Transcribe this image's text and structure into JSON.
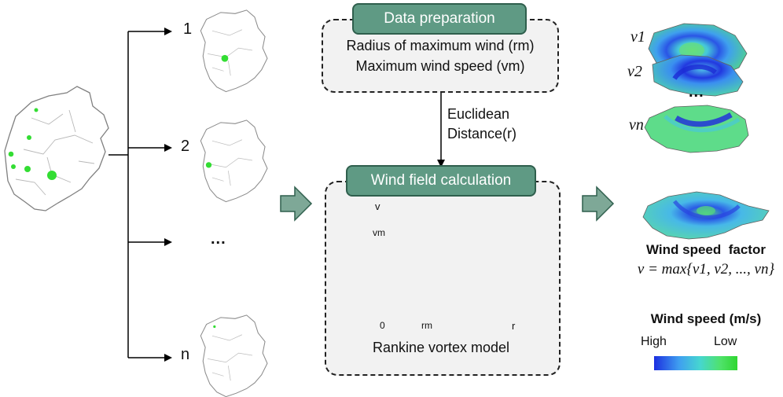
{
  "scenarios": {
    "labels": [
      "1",
      "2",
      "...",
      "n"
    ]
  },
  "data_preparation": {
    "title": "Data preparation",
    "line1": "Radius of maximum wind (rm)",
    "line2": "Maximum wind speed (vm)"
  },
  "connector": {
    "line1": "Euclidean",
    "line2": "Distance(r)"
  },
  "wind_field": {
    "title": "Wind field calculation",
    "model_caption": "Rankine vortex model",
    "axis_y": "v",
    "axis_x": "r",
    "origin": "0",
    "vm": "vm",
    "rm": "rm"
  },
  "outputs": {
    "layers": [
      "v1",
      "v2",
      "...",
      "vn"
    ],
    "factor_title": "Wind speed  factor",
    "formula": "v = max{v1, v2, ..., vn}"
  },
  "legend": {
    "title": "Wind speed (m/s)",
    "high": "High",
    "low": "Low",
    "colors": [
      "#1c2fe0",
      "#3f9ff0",
      "#46d6d0",
      "#4fe26a",
      "#2fd630"
    ]
  },
  "colors": {
    "panel_fill": "#5f9a84",
    "panel_border": "#2f5f4d",
    "arrow_fill": "#7ea897",
    "dot_green": "#33dd33"
  }
}
